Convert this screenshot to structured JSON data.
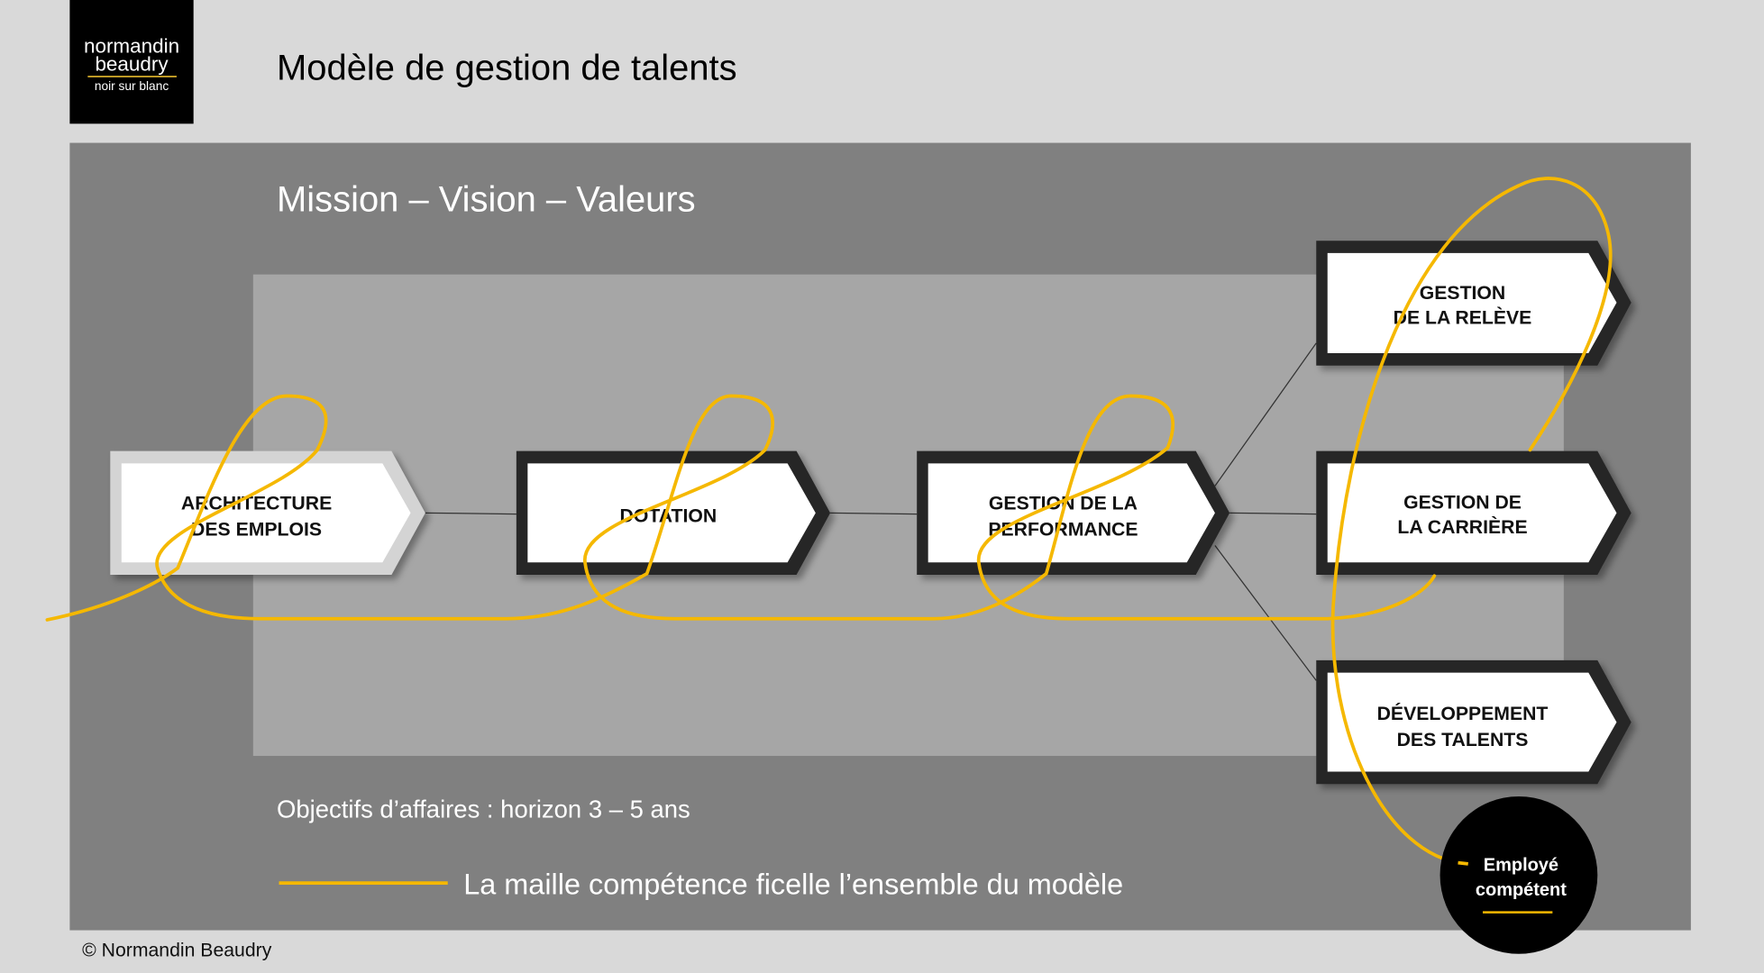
{
  "logo": {
    "line1": "normandin",
    "line2": "beaudry",
    "tagline": "noir sur blanc"
  },
  "header": {
    "title": "Modèle de gestion de talents"
  },
  "panel": {
    "mission": "Mission – Vision – Valeurs",
    "objectives": "Objectifs d’affaires : horizon 3 – 5 ans"
  },
  "boxes": [
    {
      "line1": "ARCHITECTURE",
      "line2": "DES EMPLOIS"
    },
    {
      "line1": "DOTATION"
    },
    {
      "line1": "GESTION DE LA",
      "line2": "PERFORMANCE"
    },
    {
      "line1": "GESTION",
      "line2": "DE LA RELÈVE"
    },
    {
      "line1": "GESTION DE",
      "line2": "LA CARRIÈRE"
    },
    {
      "line1": "DÉVELOPPEMENT",
      "line2": "DES TALENTS"
    }
  ],
  "circle": {
    "line1": "Employé",
    "line2": "compétent"
  },
  "legend": {
    "label": "La maille compétence ficelle l’ensemble du modèle"
  },
  "footer": {
    "copyright": "© Normandin Beaudry"
  },
  "colors": {
    "accent": "#f5b800",
    "outer_panel": "#808080",
    "inner_panel": "#a6a6a6",
    "background": "#d9d9d9",
    "box_border": "#262626"
  }
}
